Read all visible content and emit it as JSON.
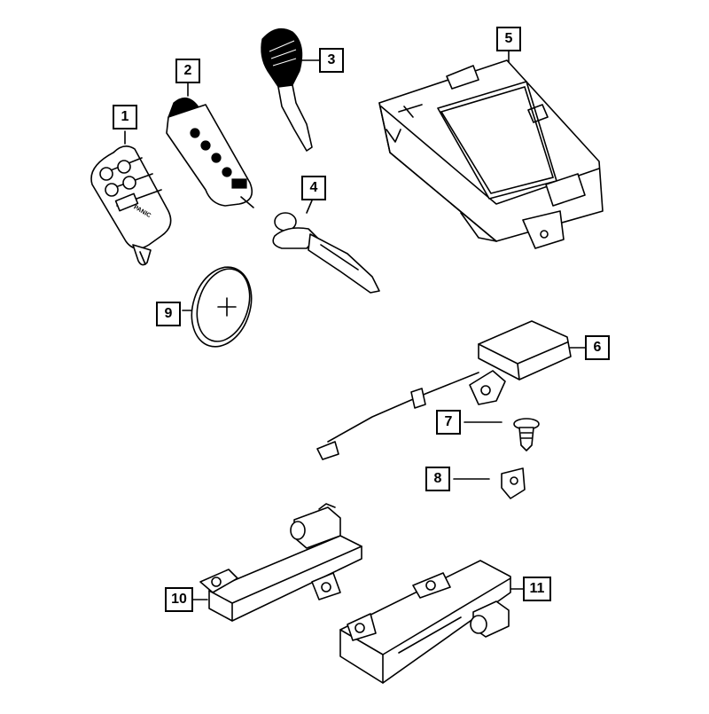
{
  "diagram": {
    "callouts": [
      {
        "id": "callout-1",
        "label": "1"
      },
      {
        "id": "callout-2",
        "label": "2"
      },
      {
        "id": "callout-3",
        "label": "3"
      },
      {
        "id": "callout-4",
        "label": "4"
      },
      {
        "id": "callout-5",
        "label": "5"
      },
      {
        "id": "callout-6",
        "label": "6"
      },
      {
        "id": "callout-7",
        "label": "7"
      },
      {
        "id": "callout-8",
        "label": "8"
      },
      {
        "id": "callout-9",
        "label": "9"
      },
      {
        "id": "callout-10",
        "label": "10"
      },
      {
        "id": "callout-11",
        "label": "11"
      }
    ],
    "fob_panic_label": "PANIC"
  }
}
